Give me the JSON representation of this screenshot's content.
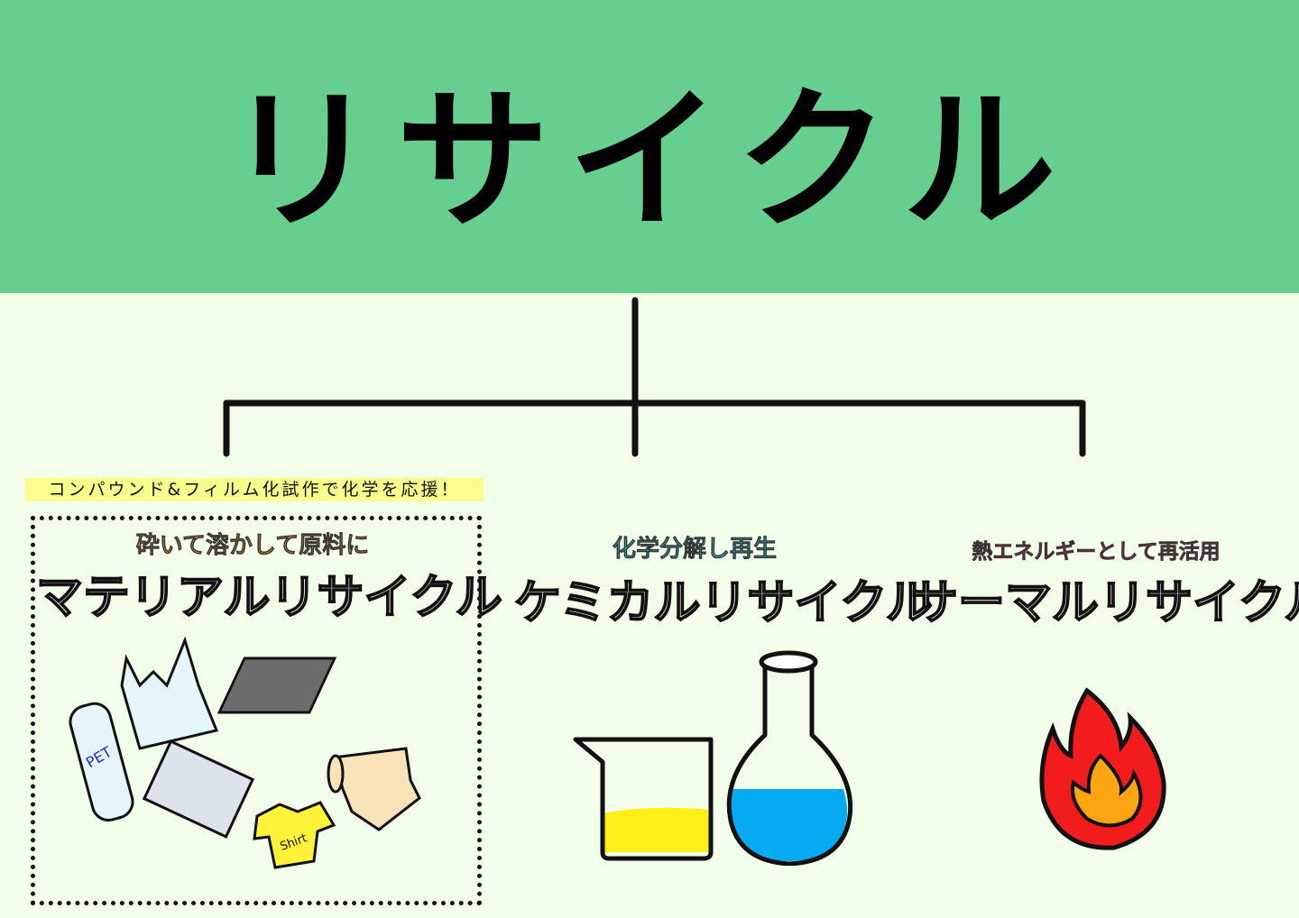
{
  "header": {
    "title": "リサイクル"
  },
  "note": "コンパウンド&フィルム化試作で化学を応援！",
  "branches": [
    {
      "subtitle": "砕いて溶かして原料に",
      "title": "マテリアルリサイクル",
      "color": "#f29a12"
    },
    {
      "subtitle": "化学分解し再生",
      "title": "ケミカルリサイクル",
      "color": "#1de3e6"
    },
    {
      "subtitle": "熱エネルギーとして再活用",
      "title": "サーマルリサイクル",
      "color": "#e8155a"
    }
  ],
  "illustrations": {
    "pet_label": "PET",
    "shirt_label": "Shirt"
  }
}
